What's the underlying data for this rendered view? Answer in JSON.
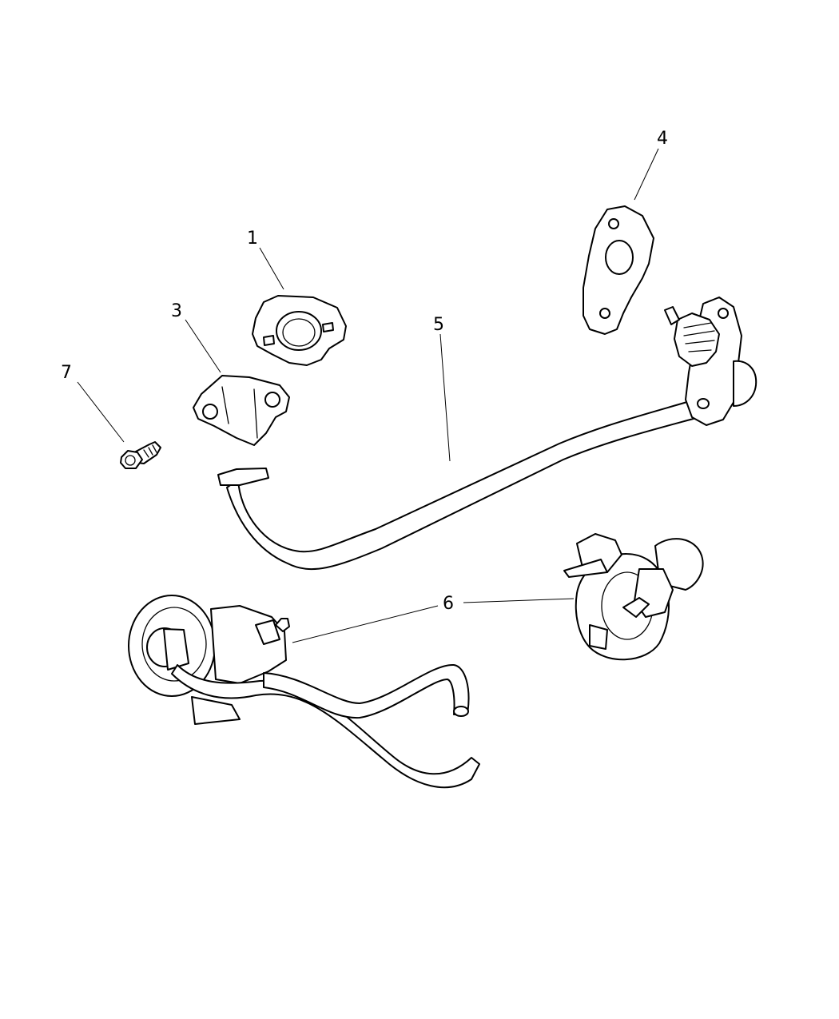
{
  "callouts": {
    "c1": "1",
    "c3": "3",
    "c4": "4",
    "c5": "5",
    "c6": "6",
    "c7": "7"
  },
  "parts": {
    "p1": "gasket",
    "p3": "gasket",
    "p4": "gasket",
    "p5": "tube",
    "p6": "valve",
    "p7": "bolt"
  }
}
